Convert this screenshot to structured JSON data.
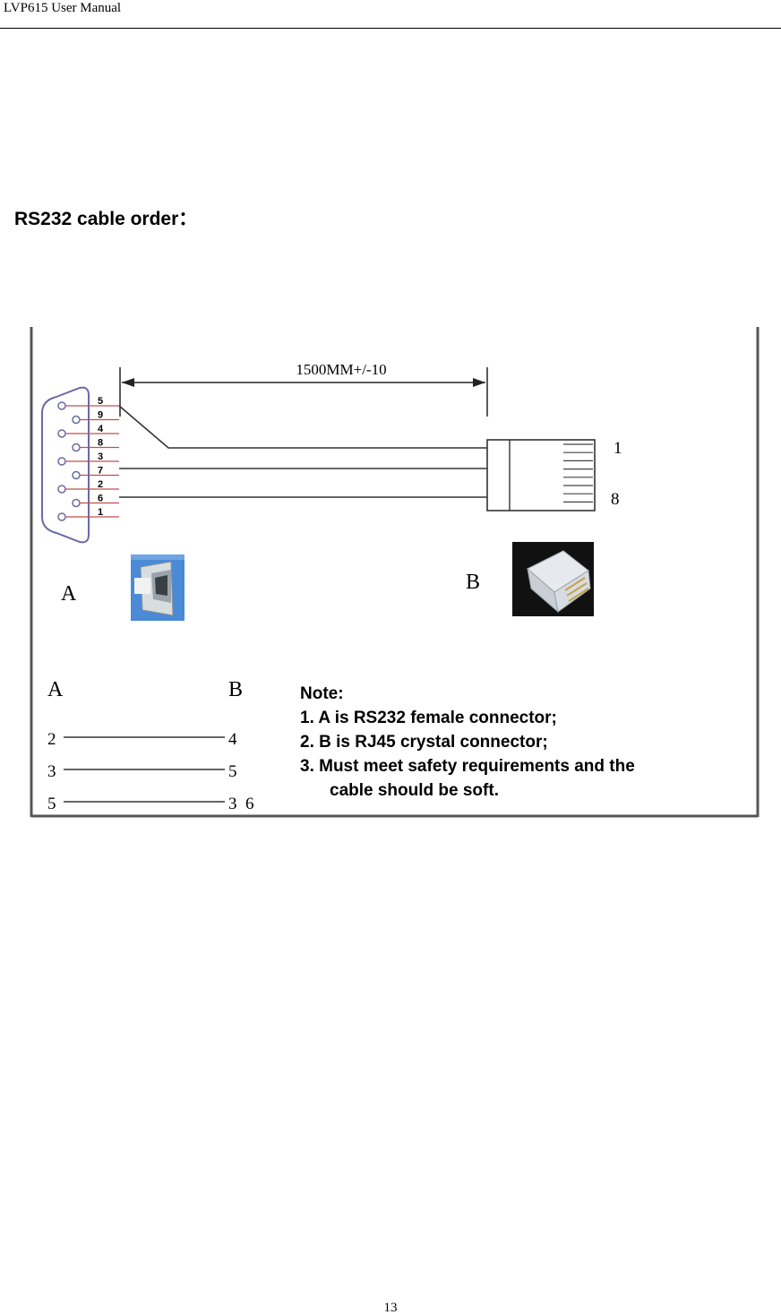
{
  "header": {
    "title": "LVP615 User Manual"
  },
  "section": {
    "heading": "RS232 cable order："
  },
  "diagram": {
    "length_label": "1500MM+/-10",
    "db9_pins": [
      "5",
      "9",
      "4",
      "8",
      "3",
      "7",
      "2",
      "6",
      "1"
    ],
    "rj45_pin_first": "1",
    "rj45_pin_last": "8",
    "connector_a_label": "A",
    "connector_b_label": "B",
    "mapping": {
      "header_a": "A",
      "header_b": "B",
      "rows": [
        {
          "a": "2",
          "b": "4"
        },
        {
          "a": "3",
          "b": "5"
        },
        {
          "a": "5",
          "b": "3  6"
        }
      ]
    },
    "notes": {
      "title": "Note:",
      "lines": [
        "1. A is RS232 female connector;",
        "2. B is RJ45 crystal connector;",
        "3. Must meet safety requirements and the",
        "cable should be soft."
      ]
    },
    "colors": {
      "wire": "#333333",
      "pin_tick": "#c0504d",
      "db9_outline": "#6a6aa8",
      "frame": "#555555",
      "photo_bg_a": "#4a8ad6",
      "photo_bg_b": "#111111"
    }
  },
  "footer": {
    "page_number": "13"
  }
}
